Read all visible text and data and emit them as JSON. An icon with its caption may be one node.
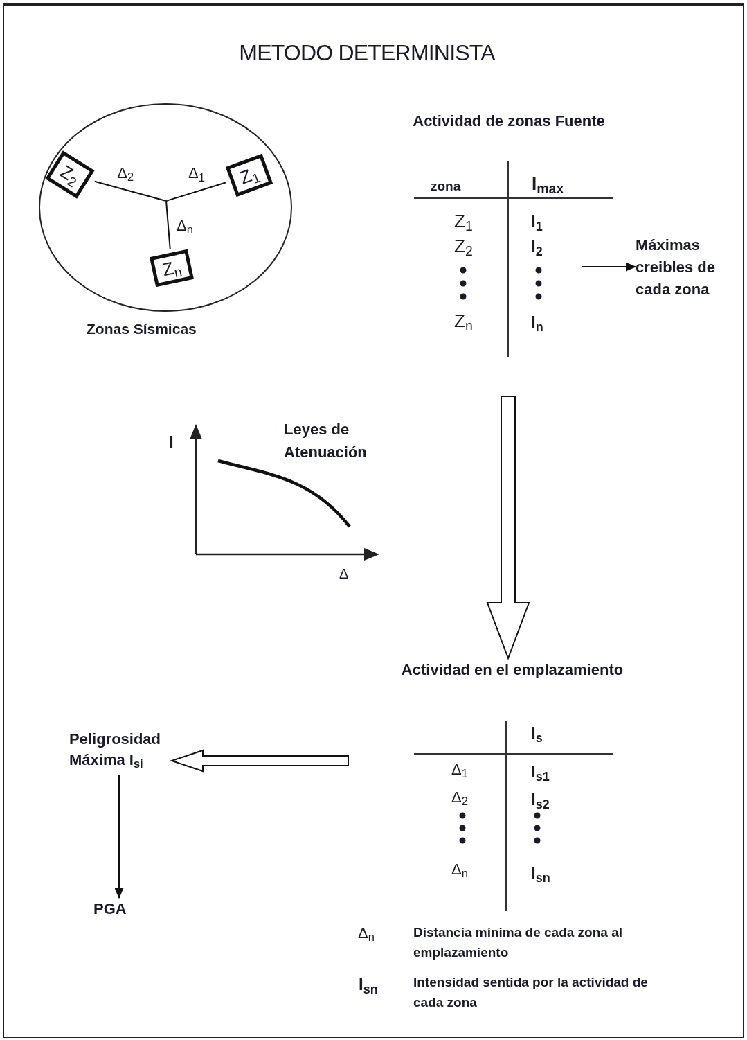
{
  "diagram": {
    "title": "METODO DETERMINISTA",
    "nodes": [
      {
        "text": [],
        "shape": "ellipse",
        "beside": [
          "Zonas Sísmicas"
        ]
      },
      {
        "text": [
          "Z$_{2}$"
        ],
        "in": 0
      },
      {
        "text": [
          "Z$_{1}$"
        ],
        "in": 0
      },
      {
        "text": [],
        "shape": "point",
        "in": 0
      },
      {
        "text": [
          "Z$_{n}$"
        ],
        "in": 0
      },
      {
        "text": [
          "Máximas creibles de cada zona"
        ]
      },
      {
        "text": [
          "Actividad en el emplazamiento"
        ]
      },
      {
        "text": [
          "Peligrosidad Máxima I$_{si}$"
        ]
      },
      {
        "text": [
          "PGA"
        ]
      }
    ],
    "edges": [
      {
        "from": 1,
        "to": 3,
        "arrow": "none",
        "label": "Δ$_{2}$"
      },
      {
        "from": 2,
        "to": 3,
        "arrow": "none",
        "label": "Δ$_{1}$"
      },
      {
        "from": 4,
        "to": 3,
        "arrow": "none",
        "label": "Δ$_{n}$"
      },
      {
        "from": null,
        "to": 5,
        "arrow": "to"
      },
      {
        "from": null,
        "to": 6,
        "arrow": "to",
        "style": "thick"
      },
      {
        "from": null,
        "to": 7,
        "arrow": "to",
        "style": "thick"
      },
      {
        "from": 7,
        "to": 8,
        "arrow": "to"
      }
    ],
    "labels": [
      "Actividad de zonas Fuente",
      "zona",
      "I$_{max}$",
      "Z$_{1}$",
      "I$_{1}$",
      "Z$_{2}$",
      "I$_{2}$",
      "Z$_{n}$",
      "I$_{n}$",
      "I",
      "Leyes de Atenuación",
      "Δ",
      "I$_{s}$",
      "Δ$_{1}$",
      "I$_{s1}$",
      "Δ$_{2}$",
      "I$_{s2}$",
      "Δ$_{n}$",
      "I$_{sn}$",
      "Δ$_{n}$",
      "Distancia mínima de cada zona al emplazamiento",
      "I$_{sn}$",
      "Intensidad sentida por la actividad de cada zona"
    ]
  }
}
